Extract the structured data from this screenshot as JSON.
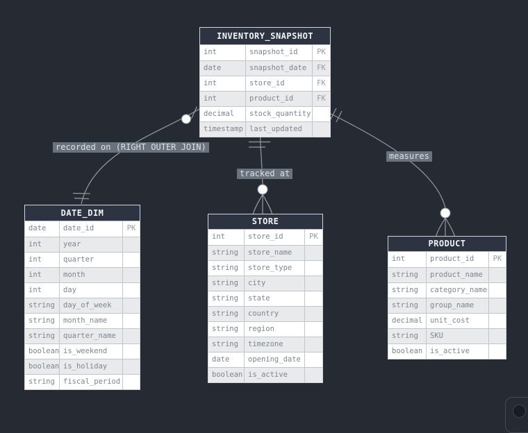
{
  "diagram_type": "entity-relationship-diagram",
  "entities": [
    {
      "id": "inventory-snapshot",
      "title": "INVENTORY_SNAPSHOT",
      "rows": [
        {
          "type": "int",
          "name": "snapshot_id",
          "key": "PK"
        },
        {
          "type": "date",
          "name": "snapshot_date",
          "key": "FK"
        },
        {
          "type": "int",
          "name": "store_id",
          "key": "FK"
        },
        {
          "type": "int",
          "name": "product_id",
          "key": "FK"
        },
        {
          "type": "decimal",
          "name": "stock_quantity",
          "key": ""
        },
        {
          "type": "timestamp",
          "name": "last_updated",
          "key": ""
        }
      ]
    },
    {
      "id": "date-dim",
      "title": "DATE_DIM",
      "rows": [
        {
          "type": "date",
          "name": "date_id",
          "key": "PK"
        },
        {
          "type": "int",
          "name": "year",
          "key": ""
        },
        {
          "type": "int",
          "name": "quarter",
          "key": ""
        },
        {
          "type": "int",
          "name": "month",
          "key": ""
        },
        {
          "type": "int",
          "name": "day",
          "key": ""
        },
        {
          "type": "string",
          "name": "day_of_week",
          "key": ""
        },
        {
          "type": "string",
          "name": "month_name",
          "key": ""
        },
        {
          "type": "string",
          "name": "quarter_name",
          "key": ""
        },
        {
          "type": "boolean",
          "name": "is_weekend",
          "key": ""
        },
        {
          "type": "boolean",
          "name": "is_holiday",
          "key": ""
        },
        {
          "type": "string",
          "name": "fiscal_period",
          "key": ""
        }
      ]
    },
    {
      "id": "store",
      "title": "STORE",
      "rows": [
        {
          "type": "int",
          "name": "store_id",
          "key": "PK"
        },
        {
          "type": "string",
          "name": "store_name",
          "key": ""
        },
        {
          "type": "string",
          "name": "store_type",
          "key": ""
        },
        {
          "type": "string",
          "name": "city",
          "key": ""
        },
        {
          "type": "string",
          "name": "state",
          "key": ""
        },
        {
          "type": "string",
          "name": "country",
          "key": ""
        },
        {
          "type": "string",
          "name": "region",
          "key": ""
        },
        {
          "type": "string",
          "name": "timezone",
          "key": ""
        },
        {
          "type": "date",
          "name": "opening_date",
          "key": ""
        },
        {
          "type": "boolean",
          "name": "is_active",
          "key": ""
        }
      ]
    },
    {
      "id": "product",
      "title": "PRODUCT",
      "rows": [
        {
          "type": "int",
          "name": "product_id",
          "key": "PK"
        },
        {
          "type": "string",
          "name": "product_name",
          "key": ""
        },
        {
          "type": "string",
          "name": "category_name",
          "key": ""
        },
        {
          "type": "string",
          "name": "group_name",
          "key": ""
        },
        {
          "type": "decimal",
          "name": "unit_cost",
          "key": ""
        },
        {
          "type": "string",
          "name": "SKU",
          "key": ""
        },
        {
          "type": "boolean",
          "name": "is_active",
          "key": ""
        }
      ]
    }
  ],
  "relationships": [
    {
      "label": "recorded on (RIGHT OUTER JOIN)",
      "from": "INVENTORY_SNAPSHOT",
      "to": "DATE_DIM",
      "from_marker": "zero-or-one (circle + tick)",
      "to_marker": "exactly-one (double tick)"
    },
    {
      "label": "tracked at",
      "from": "INVENTORY_SNAPSHOT",
      "to": "STORE",
      "from_marker": "exactly-one (double tick)",
      "to_marker": "zero-or-many (circle + crow's foot)"
    },
    {
      "label": "measures",
      "from": "INVENTORY_SNAPSHOT",
      "to": "PRODUCT",
      "from_marker": "exactly-one (double tick)",
      "to_marker": "zero-or-many (circle + crow's foot)"
    }
  ],
  "colors": {
    "background": "#262a33",
    "entity_header_bg": "#2d3340",
    "entity_header_text": "#f0f3f6",
    "row_bg": "#ffffff",
    "row_alt_bg": "#e9eaeb",
    "row_text": "#7e8590",
    "key_text": "#959ca8",
    "cell_border": "#c2c6cc",
    "edge_line": "#959ba3",
    "edge_circle_fill": "#fafafa",
    "label_chip_bg": "#6e7682",
    "label_chip_text": "#dde1e7"
  }
}
